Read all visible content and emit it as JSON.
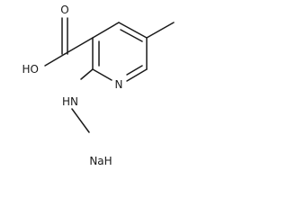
{
  "molecule": {
    "labels": {
      "hydroxyl": "HO",
      "carbonyl_oxygen": "O",
      "ring_nitrogen": "N",
      "amine": "HN",
      "counter_ion": "NaH"
    }
  },
  "colors": {
    "bond": "#1a1a1a",
    "text": "#1a1a1a",
    "background": "#ffffff"
  }
}
